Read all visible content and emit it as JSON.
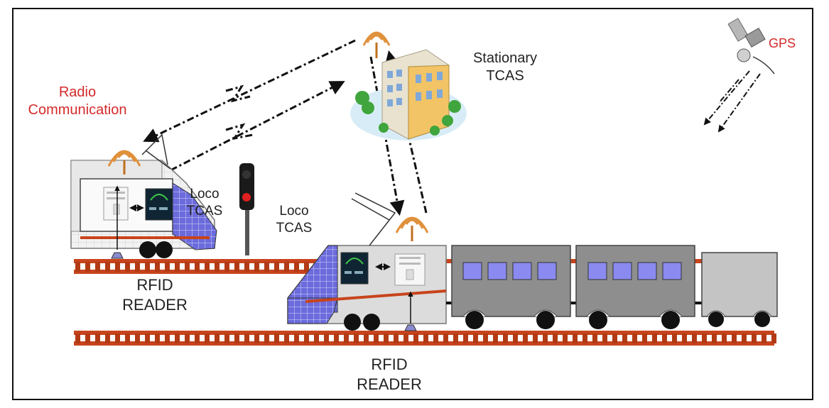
{
  "labels": {
    "radio_communication": [
      "Radio",
      "Communication"
    ],
    "gps": "GPS",
    "stationary_tcas": [
      "Stationary",
      "TCAS"
    ],
    "loco_tcas_left": [
      "Loco",
      "TCAS"
    ],
    "loco_tcas_right": [
      "Loco",
      "TCAS"
    ],
    "rfid_reader_left": [
      "RFID",
      "READER"
    ],
    "rfid_reader_bottom": [
      "RFID",
      "READER"
    ]
  },
  "colors": {
    "rail": "#c8441c",
    "sleeper": "#b23a14",
    "loco_body": "#dcdcdc",
    "loco_nose": "#6b6bdc",
    "coach": "#8e8e8e",
    "coach_window": "#8a8af0",
    "last_coach": "#c4c4c4",
    "signal_red": "#e02020",
    "antenna": "#e0913c",
    "label_red": "#d42a2a"
  },
  "icons": [
    "antenna-icon",
    "computer-tower-icon",
    "display-panel-icon",
    "signal-light-icon",
    "satellite-icon",
    "building-icon"
  ]
}
